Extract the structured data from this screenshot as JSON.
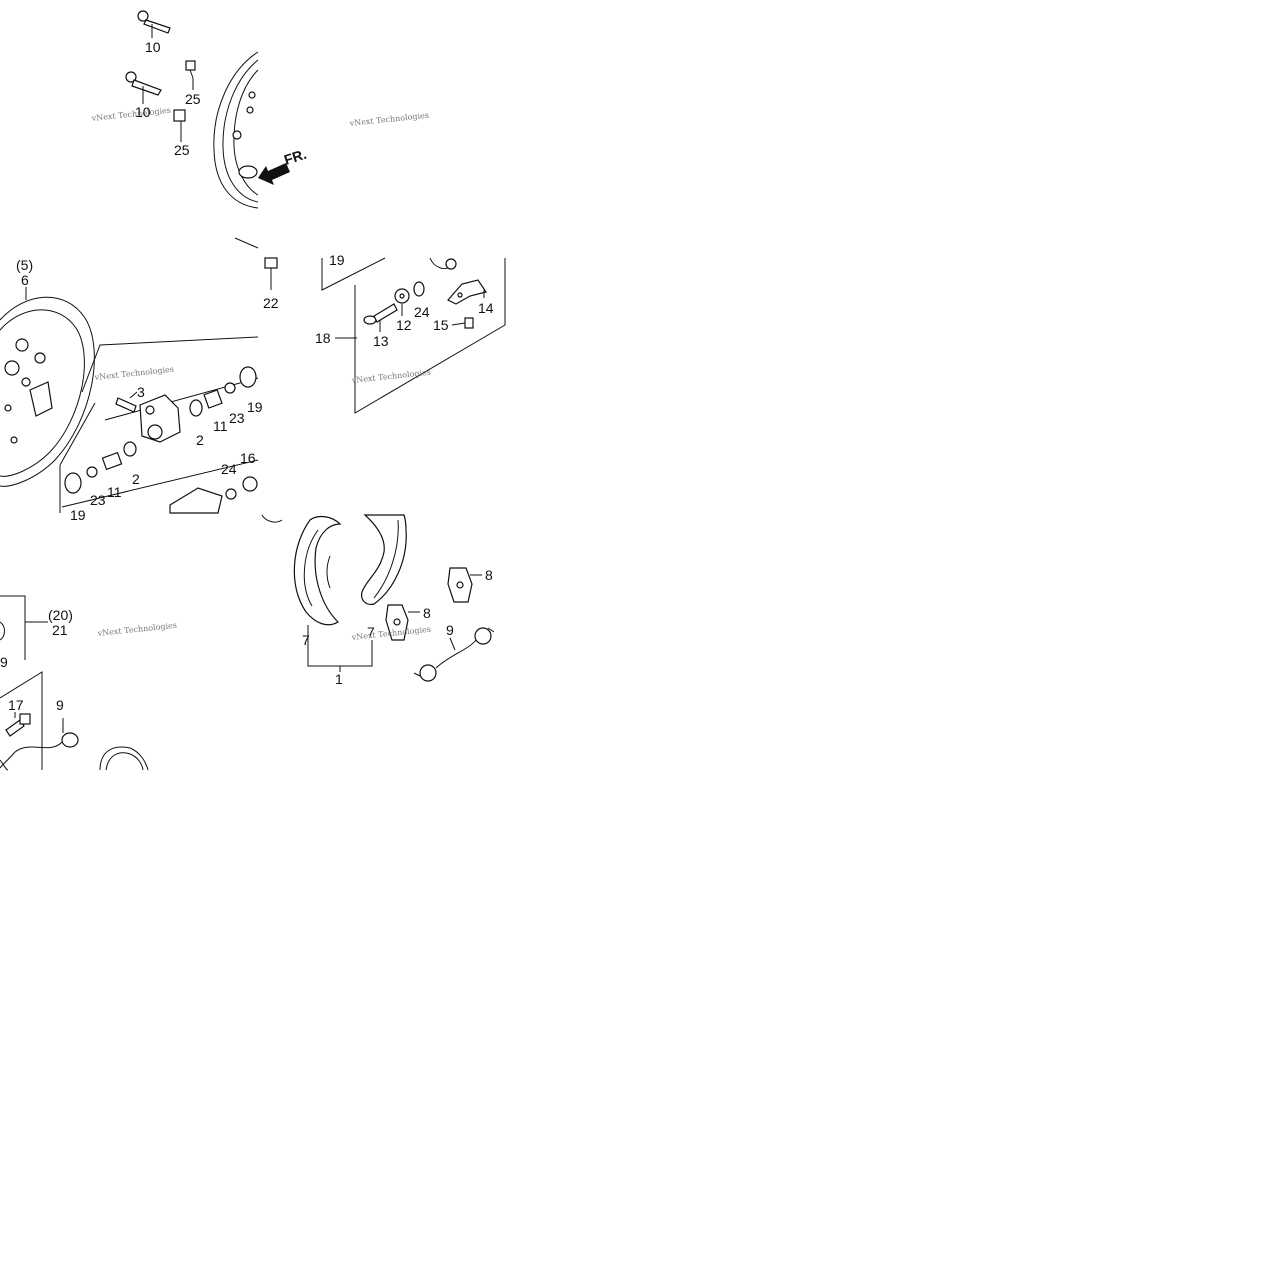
{
  "callouts": {
    "c10a": "10",
    "c10b": "10",
    "c25a": "25",
    "c25b": "25",
    "c5": "(5)",
    "c6": "6",
    "c22": "22",
    "c19a": "19",
    "c3": "3",
    "c2a": "2",
    "c11a": "11",
    "c23a": "23",
    "c19b": "19",
    "c2b": "2",
    "c11b": "11",
    "c23b": "23",
    "c19c": "19",
    "c24a": "24",
    "c16": "16",
    "c18": "18",
    "c13": "13",
    "c12": "12",
    "c24b": "24",
    "c14": "14",
    "c15": "15",
    "c20": "(20)",
    "c21": "21",
    "c9a": "9",
    "c17": "17",
    "c9b": "9",
    "c7a": "7",
    "c7b": "7",
    "c1": "1",
    "c8a": "8",
    "c8b": "8",
    "c9c": "9"
  },
  "direction_marker": "FR.",
  "watermark": "vNext Technologies"
}
